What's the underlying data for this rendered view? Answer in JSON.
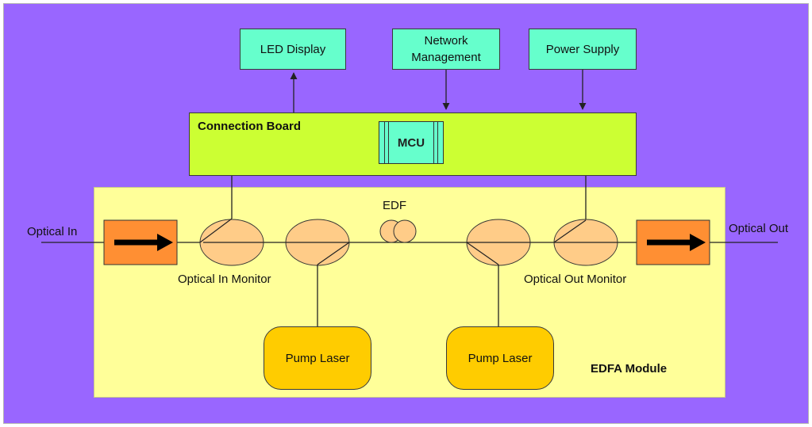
{
  "top_boxes": {
    "led_display": "LED Display",
    "network_management": "Network\nManagement",
    "power_supply": "Power Supply"
  },
  "board": {
    "title": "Connection Board",
    "mcu": "MCU"
  },
  "optical": {
    "input": "Optical In",
    "output": "Optical Out",
    "edf": "EDF",
    "in_monitor": "Optical In Monitor",
    "out_monitor": "Optical Out Monitor"
  },
  "pump_lasers": [
    "Pump Laser",
    "Pump Laser"
  ],
  "module_label": "EDFA Module",
  "colors": {
    "background": "#9966ff",
    "edfa_module": "#ffff99",
    "connection_board": "#ccff33",
    "top_boxes": "#66ffcc",
    "couplers": "#ffcc88",
    "isolators": "#ff8f33",
    "pump_lasers": "#ffcc00"
  }
}
